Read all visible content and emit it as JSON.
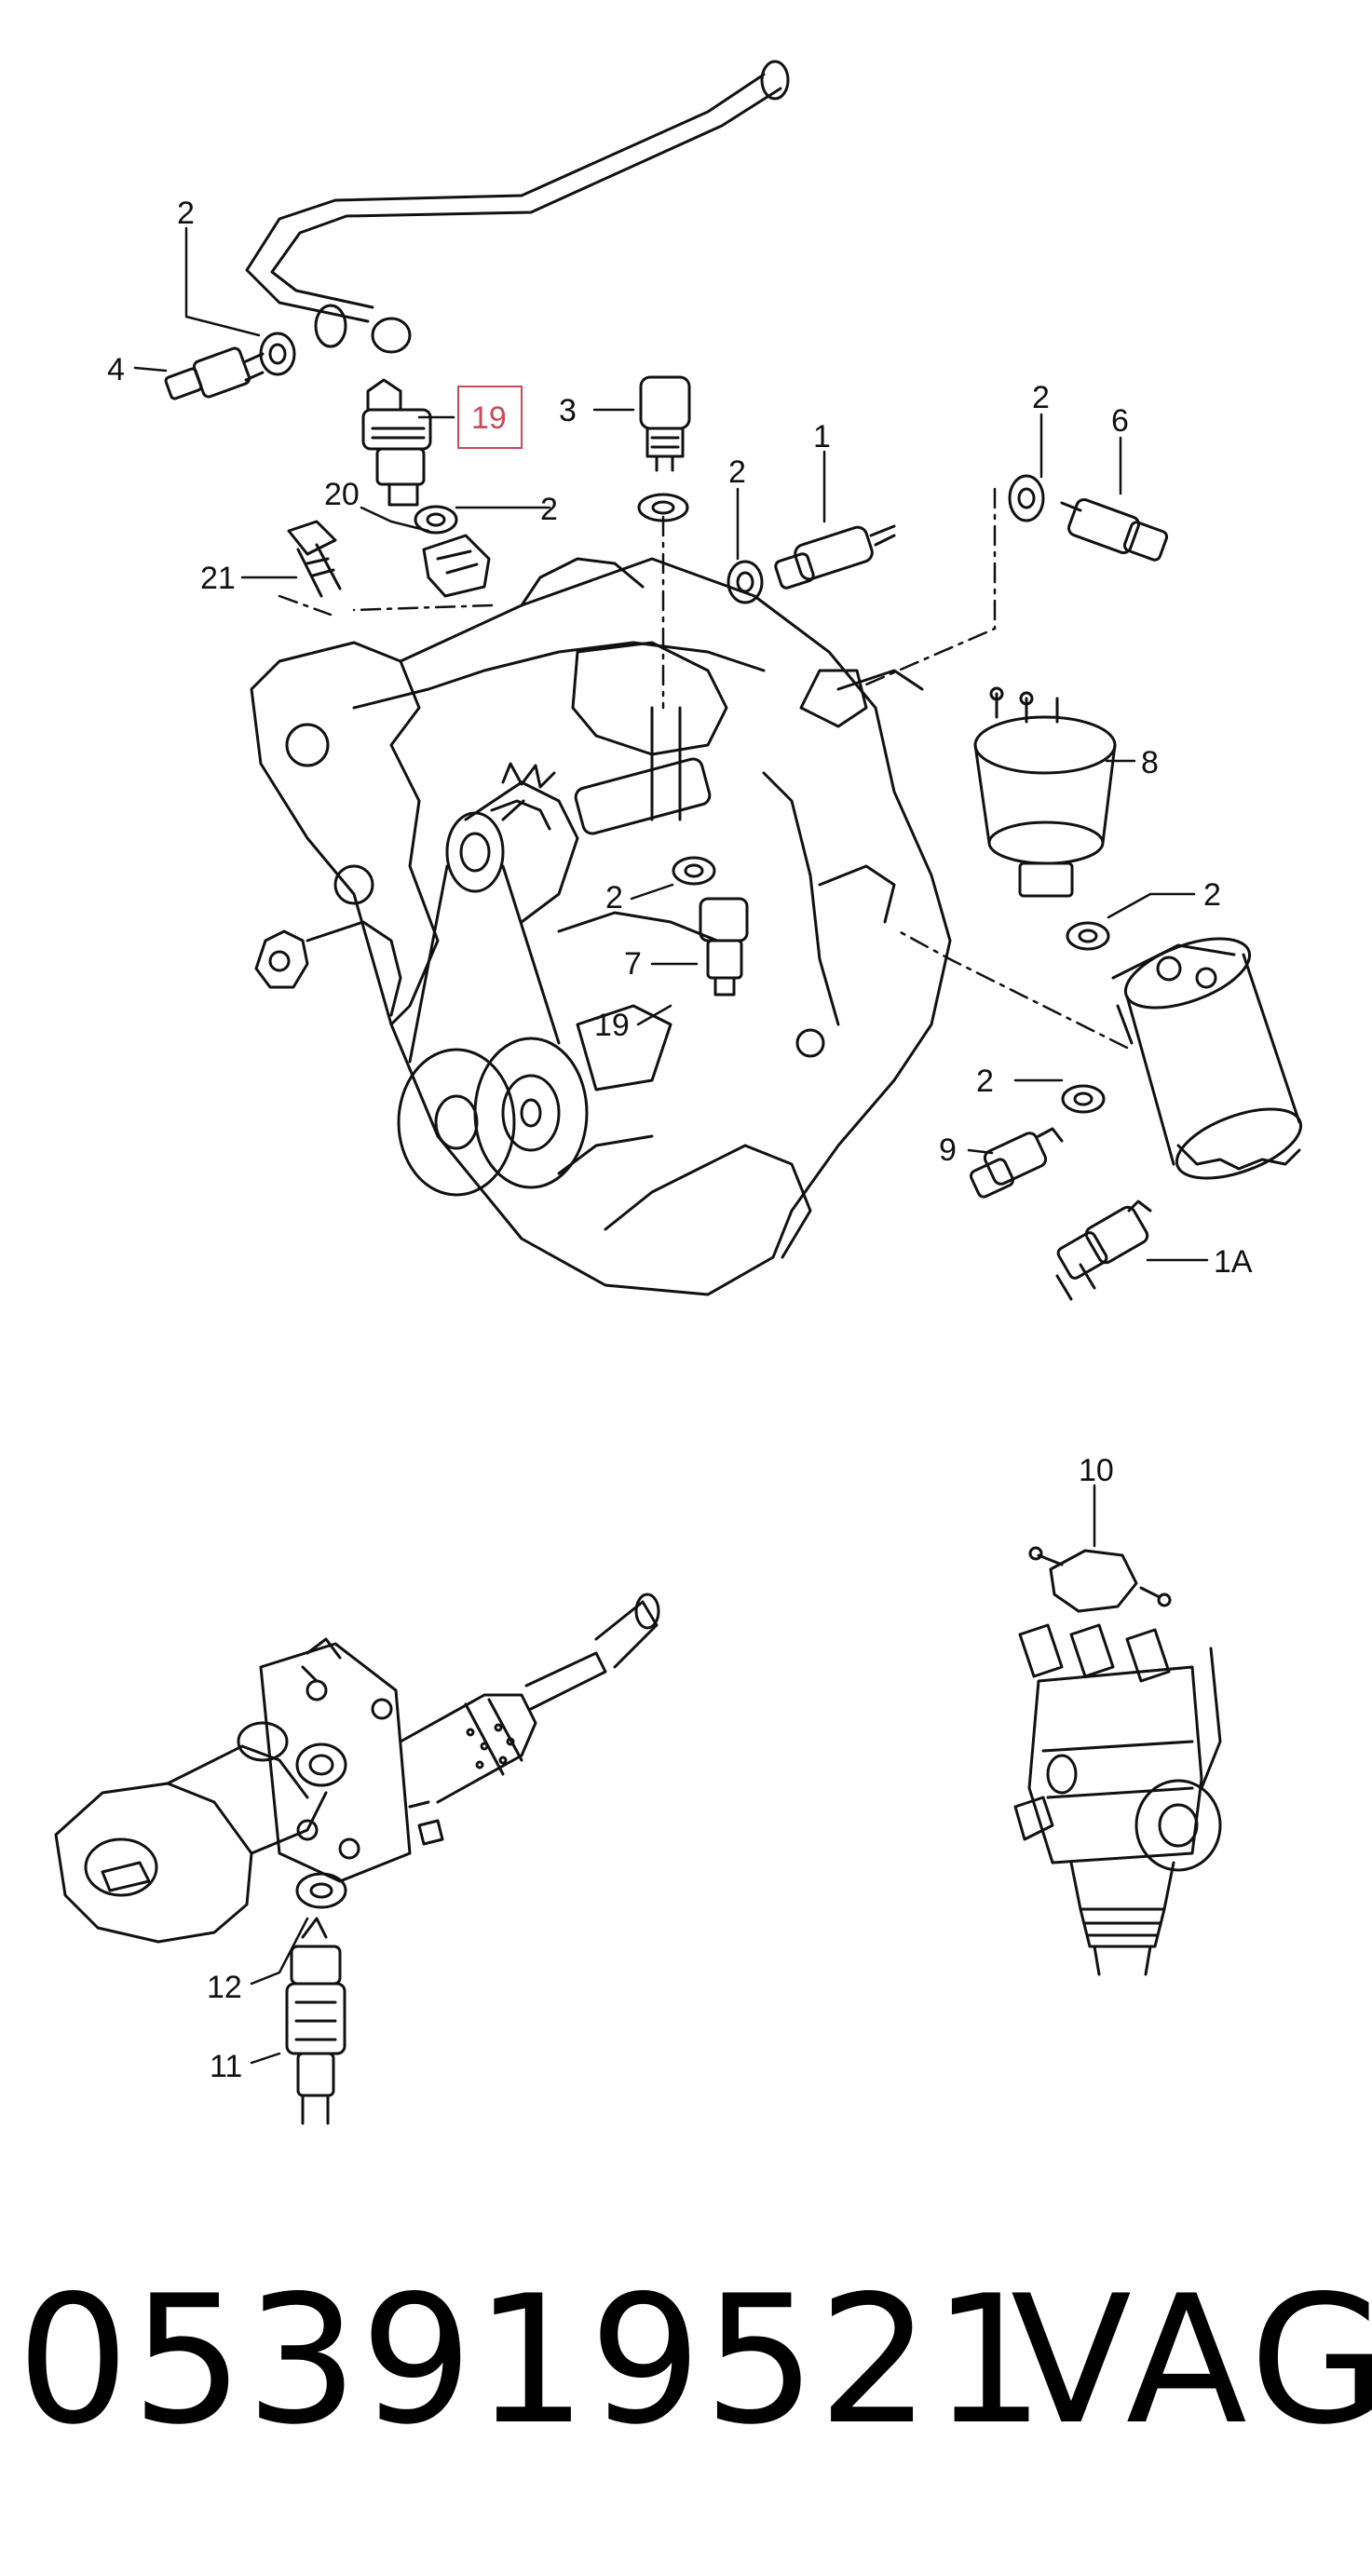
{
  "diagram": {
    "highlight_color": "#c94a5a",
    "line_color": "#111111",
    "callouts": {
      "c2_top": "2",
      "c4": "4",
      "c19_highlight": "19",
      "c3": "3",
      "c2_mid": "2",
      "c2_right": "2",
      "c1": "1",
      "c2_far": "2",
      "c6": "6",
      "c20": "20",
      "c21": "21",
      "c8": "8",
      "c2_flange": "2",
      "c2_oilfilter": "2",
      "c7": "7",
      "c19_block": "19",
      "c2_lower": "2",
      "c9": "9",
      "c1a": "1A",
      "c10": "10",
      "c12": "12",
      "c11": "11"
    }
  },
  "footer": {
    "part_number": "053919521",
    "brand": "VAG"
  }
}
